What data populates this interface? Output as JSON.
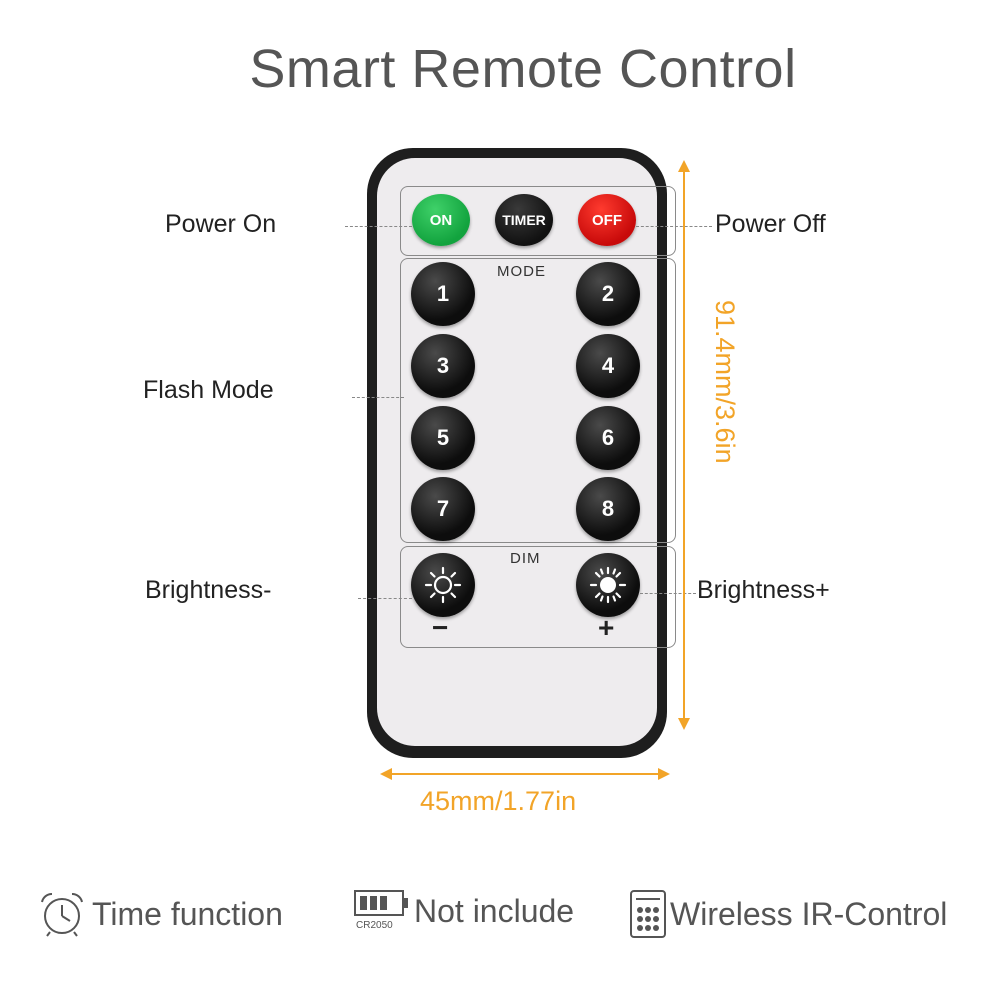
{
  "title": "Smart Remote Control",
  "remote": {
    "top_buttons": {
      "on": {
        "label": "ON",
        "color": "#18a843"
      },
      "timer": {
        "label": "TIMER",
        "color": "#111111"
      },
      "off": {
        "label": "OFF",
        "color": "#d40e0e"
      }
    },
    "mode_label": "MODE",
    "mode_buttons": [
      "1",
      "2",
      "3",
      "4",
      "5",
      "6",
      "7",
      "8"
    ],
    "dim_label": "DIM",
    "dim_minus": "−",
    "dim_plus": "+"
  },
  "callouts": {
    "power_on": "Power On",
    "power_off": "Power Off",
    "flash_mode": "Flash Mode",
    "brightness_minus": "Brightness-",
    "brightness_plus": "Brightness+"
  },
  "dimensions": {
    "height": "91.4mm/3.6in",
    "width": "45mm/1.77in",
    "accent_color": "#f2a428"
  },
  "features": [
    {
      "icon": "alarm-clock-icon",
      "text": "Time function"
    },
    {
      "icon": "battery-icon",
      "icon_text": "CR2050",
      "text": "Not include"
    },
    {
      "icon": "remote-keypad-icon",
      "text": "Wireless IR-Control"
    }
  ]
}
